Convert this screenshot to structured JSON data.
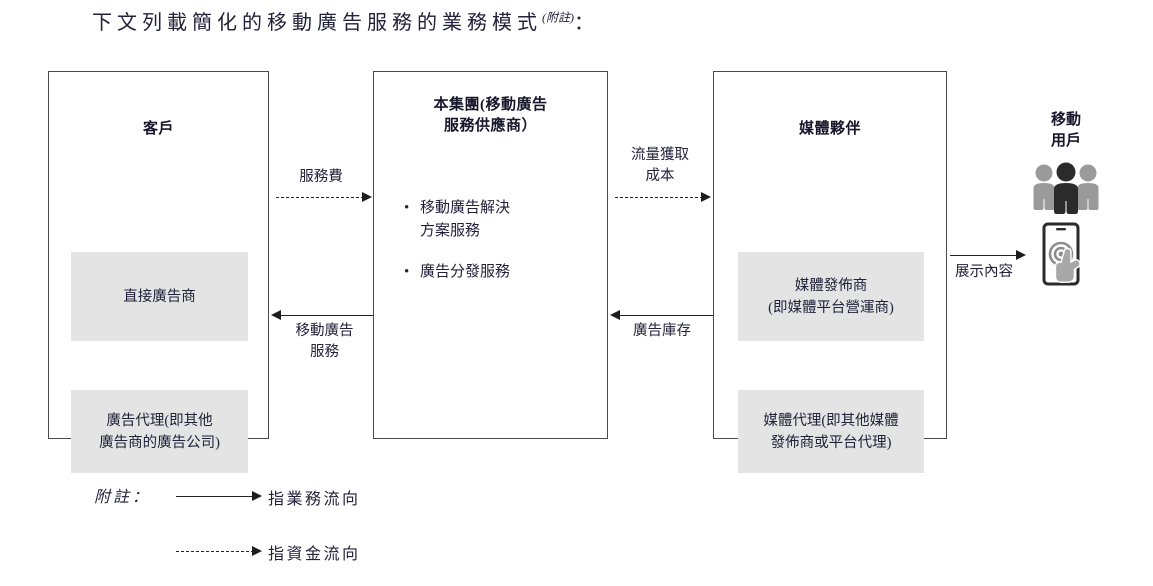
{
  "heading": {
    "text": "下文列載簡化的移動廣告服務的業務模式",
    "superscript": "(附註)",
    "colon": "："
  },
  "boxes": {
    "customer": {
      "title": "客戶",
      "items": [
        {
          "label": "直接廣告商"
        },
        {
          "label": "廣告代理(即其他\n廣告商的廣告公司)"
        }
      ]
    },
    "group": {
      "title": "本集團(移動廣告\n服務供應商）",
      "bullets": [
        {
          "marker": "•",
          "label": "移動廣告解決\n方案服務"
        },
        {
          "marker": "•",
          "label": "廣告分發服務"
        }
      ]
    },
    "media_partner": {
      "title": "媒體夥伴",
      "items": [
        {
          "label": "媒體發佈商\n(即媒體平台營運商)"
        },
        {
          "label": "媒體代理(即其他媒體\n發佈商或平台代理)"
        }
      ]
    }
  },
  "mobile_users": {
    "title": "移動\n用戶",
    "people_icon": "people-group-icon",
    "phone_icon": "phone-tap-icon"
  },
  "connectors": [
    {
      "id": "service-fee",
      "label": "服務費",
      "style": "dashed",
      "direction": "right"
    },
    {
      "id": "mobile-ad-service",
      "label": "移動廣告\n服務",
      "style": "solid",
      "direction": "left"
    },
    {
      "id": "traffic-cost",
      "label": "流量獲取\n成本",
      "style": "dashed",
      "direction": "right"
    },
    {
      "id": "ad-inventory",
      "label": "廣告庫存",
      "style": "solid",
      "direction": "left"
    },
    {
      "id": "display-content",
      "label": "展示內容",
      "style": "solid",
      "direction": "right"
    }
  ],
  "legend": {
    "label": "附註：",
    "entries": [
      {
        "style": "solid",
        "text": "指業務流向"
      },
      {
        "style": "dashed",
        "text": "指資金流向"
      }
    ]
  },
  "colors": {
    "sub_box_fill": "#e4e4e4",
    "border": "#4a4a4a",
    "line": "#242424",
    "text": "#22223a",
    "icon_dark": "#2b2b2b",
    "icon_gray": "#9a9a9a"
  }
}
